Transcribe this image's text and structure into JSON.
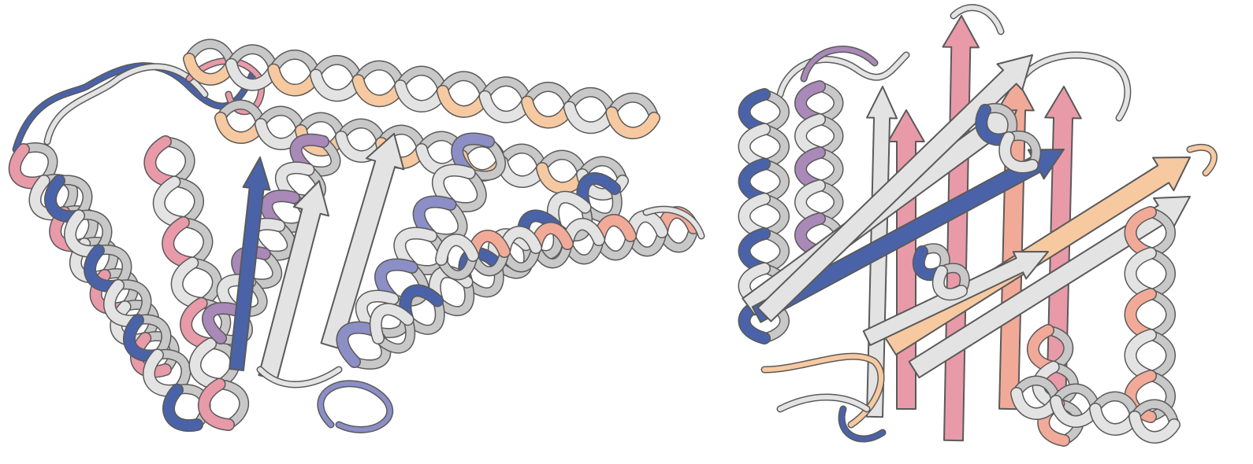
{
  "figure": {
    "panels": [
      {
        "id": "left",
        "subject": "protein-cartoon-superposition"
      },
      {
        "id": "right",
        "subject": "protein-cartoon-superposition"
      }
    ],
    "colors": {
      "reference_gray": "#e3e3e3",
      "outline": "#5a5a5a",
      "navy_blue": "#4a63a8",
      "periwinkle": "#8c8fc6",
      "lavender": "#a989b8",
      "pink": "#e89aa8",
      "salmon": "#f2aa98",
      "peach": "#f7c9a0"
    }
  }
}
